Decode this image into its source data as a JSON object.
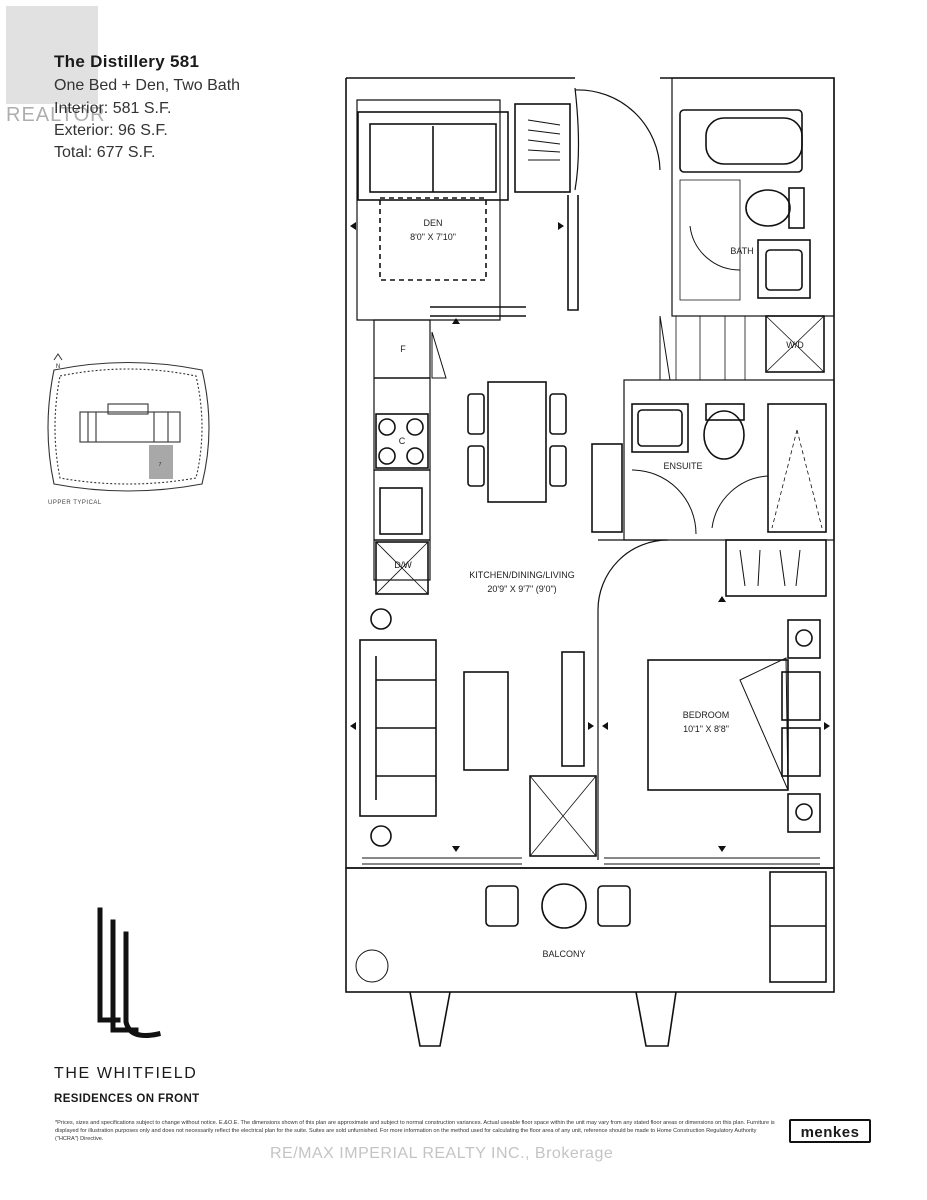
{
  "watermark": {
    "logo_text": "REALTOR"
  },
  "header": {
    "title": "The Distillery 581",
    "line1": "One Bed + Den, Two Bath",
    "line2": "Interior: 581 S.F.",
    "line3": "Exterior: 96 S.F.",
    "line4": "Total: 677 S.F."
  },
  "keyplan": {
    "north": "N",
    "caption": "UPPER TYPICAL",
    "unit_number": "7"
  },
  "rooms": {
    "den_name": "DEN",
    "den_dims": "8'0\" X 7'10\"",
    "bath": "BATH",
    "wd": "W/D",
    "fridge": "F",
    "cooktop": "C",
    "dw": "D/W",
    "ensuite": "ENSUITE",
    "kdl_name": "KITCHEN/DINING/LIVING",
    "kdl_dims": "20'9\" X 9'7\" (9'0\")",
    "bedroom_name": "BEDROOM",
    "bedroom_dims": "10'1\" X 8'8\"",
    "balcony": "BALCONY"
  },
  "brand": {
    "name": "THE WHITFIELD",
    "subtitle": "RESIDENCES ON FRONT"
  },
  "disclaimer": "*Prices, sizes and specifications subject to change without notice. E.&O.E. The dimensions shown of this plan are approximate and subject to normal construction variances. Actual useable floor space within the unit may vary from any stated floor areas or dimensions on this plan. Furniture is displayed for illustration purposes only and does not necessarily reflect the electrical plan for the suite. Suites are sold unfurnished. For more information on the method used for calculating the floor area of any unit, reference should be made to Home Construction Regulatory Authority (\"HCRA\") Directive.",
  "developer_logo": "menkes",
  "footer_watermark": "RE/MAX IMPERIAL REALTY INC., Brokerage"
}
